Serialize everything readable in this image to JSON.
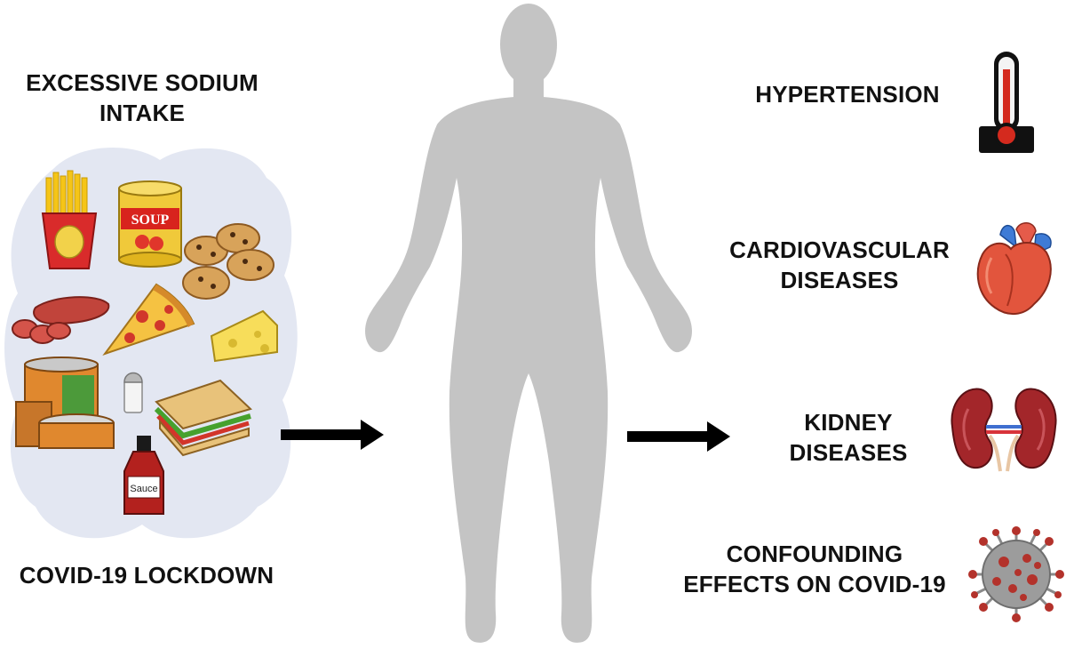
{
  "left": {
    "top_label_line1": "EXCESSIVE SODIUM",
    "top_label_line2": "INTAKE",
    "bottom_label": "COVID-19 LOCKDOWN",
    "food_items": {
      "can_label": "SOUP",
      "bottle_label": "Sauce"
    }
  },
  "outcomes": [
    {
      "line1": "HYPERTENSION",
      "line2": "",
      "icon": "thermometer-icon"
    },
    {
      "line1": "CARDIOVASCULAR",
      "line2": "DISEASES",
      "icon": "heart-icon"
    },
    {
      "line1": "KIDNEY",
      "line2": "DISEASES",
      "icon": "kidney-icon"
    },
    {
      "line1": "CONFOUNDING",
      "line2": "EFFECTS ON COVID-19",
      "icon": "virus-icon"
    }
  ],
  "colors": {
    "text": "#111111",
    "silhouette": "#c4c4c4",
    "cloud": "#e3e7f2",
    "arrow": "#000000",
    "thermo_red": "#d42a1e",
    "heart_red": "#e2553d",
    "kidney_red": "#a3262a",
    "virus_red": "#b3322b"
  }
}
